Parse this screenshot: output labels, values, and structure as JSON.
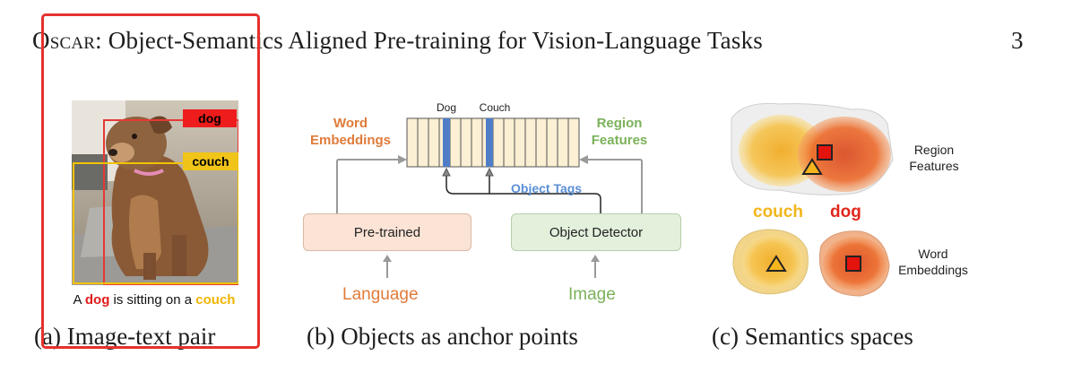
{
  "header": {
    "title_brand": "Oscar",
    "title_rest": ": Object-Semantics Aligned Pre-training for Vision-Language Tasks",
    "page_number": "3"
  },
  "panel_a": {
    "tag_dog": "dog",
    "tag_couch": "couch",
    "sentence": {
      "p1": "A ",
      "dog": "dog",
      "p2": " is sitting on a ",
      "couch": "couch"
    },
    "caption": "(a) Image-text pair"
  },
  "panel_b": {
    "token_dog": "Dog",
    "token_couch": "Couch",
    "word_embeddings": [
      "Word",
      "Embeddings"
    ],
    "region_features": [
      "Region",
      "Features"
    ],
    "object_tags": "Object Tags",
    "pretrained": "Pre-trained",
    "object_detector": "Object Detector",
    "language": "Language",
    "image": "Image",
    "caption": "(b) Objects as anchor points"
  },
  "panel_c": {
    "region_features": [
      "Region",
      "Features"
    ],
    "couch": "couch",
    "dog": "dog",
    "word_embeddings": [
      "Word",
      "Embeddings"
    ],
    "caption": "(c) Semantics spaces"
  },
  "colors": {
    "selection": "#e5312d",
    "orange_text": "#e07b3a",
    "green_text": "#7bb15a",
    "blue_text": "#5a8fd6",
    "token_fill": "#fbefd4",
    "token_highlight": "#4f7ec7",
    "pretrained_fill": "#fbe3d5",
    "detector_fill": "#e3f0dc"
  }
}
